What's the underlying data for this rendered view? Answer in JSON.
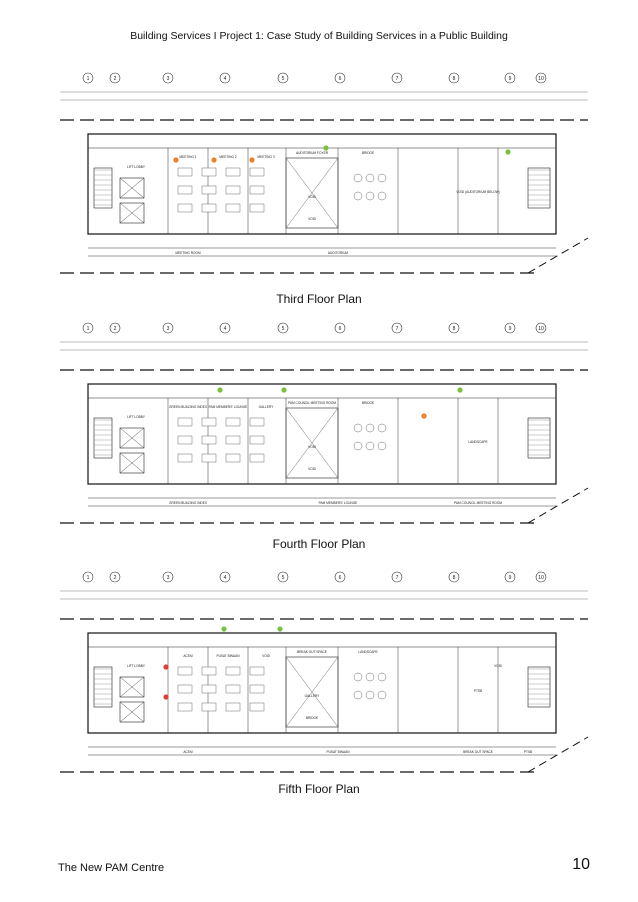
{
  "header": {
    "title": "Building Services I Project 1: Case Study of Building Services in a Public Building"
  },
  "grid_labels": [
    "1",
    "2",
    "3",
    "4",
    "5",
    "6",
    "7",
    "8",
    "9",
    "10"
  ],
  "plans": [
    {
      "caption": "Third Floor Plan",
      "rooms": [
        "LIFT LOBBY",
        "MEETING 1",
        "MEETING 2",
        "MEETING 3",
        "AUDITORIUM FOYER",
        "VOID",
        "VOID (AUDITORIUM BELOW)",
        "BRIDGE",
        "VOID"
      ],
      "zones": [
        "MEETING ROOM",
        "AUDITORIUM"
      ]
    },
    {
      "caption": "Fourth Floor Plan",
      "rooms": [
        "LIFT LOBBY",
        "GREEN BUILDING INDEX",
        "PAM MEMBERS' LOUNGE",
        "GALLERY",
        "PAM COUNCIL MEETING ROOM",
        "VOID",
        "LANDSCAPE",
        "BRIDGE",
        "VOID"
      ],
      "zones": [
        "GREEN BUILDING INDEX",
        "PAM MEMBERS' LOUNGE",
        "PAM COUNCIL MEETING ROOM"
      ]
    },
    {
      "caption": "Fifth Floor Plan",
      "rooms": [
        "LIFT LOBBY",
        "ACEM",
        "PUSAT BINAAN",
        "VOID",
        "BREAK OUT SPACE",
        "GALLERY",
        "PTSB",
        "LANDSCAPE",
        "BRIDGE",
        "VOID"
      ],
      "zones": [
        "ACEM",
        "PUSAT BINAAN",
        "BREAK OUT SPACE",
        "PTSB"
      ]
    }
  ],
  "footer": {
    "left": "The New PAM Centre",
    "page": "10"
  },
  "colors": {
    "orange_marker": "#e8822a",
    "green_marker": "#7bc043",
    "red_marker": "#d9403a"
  }
}
